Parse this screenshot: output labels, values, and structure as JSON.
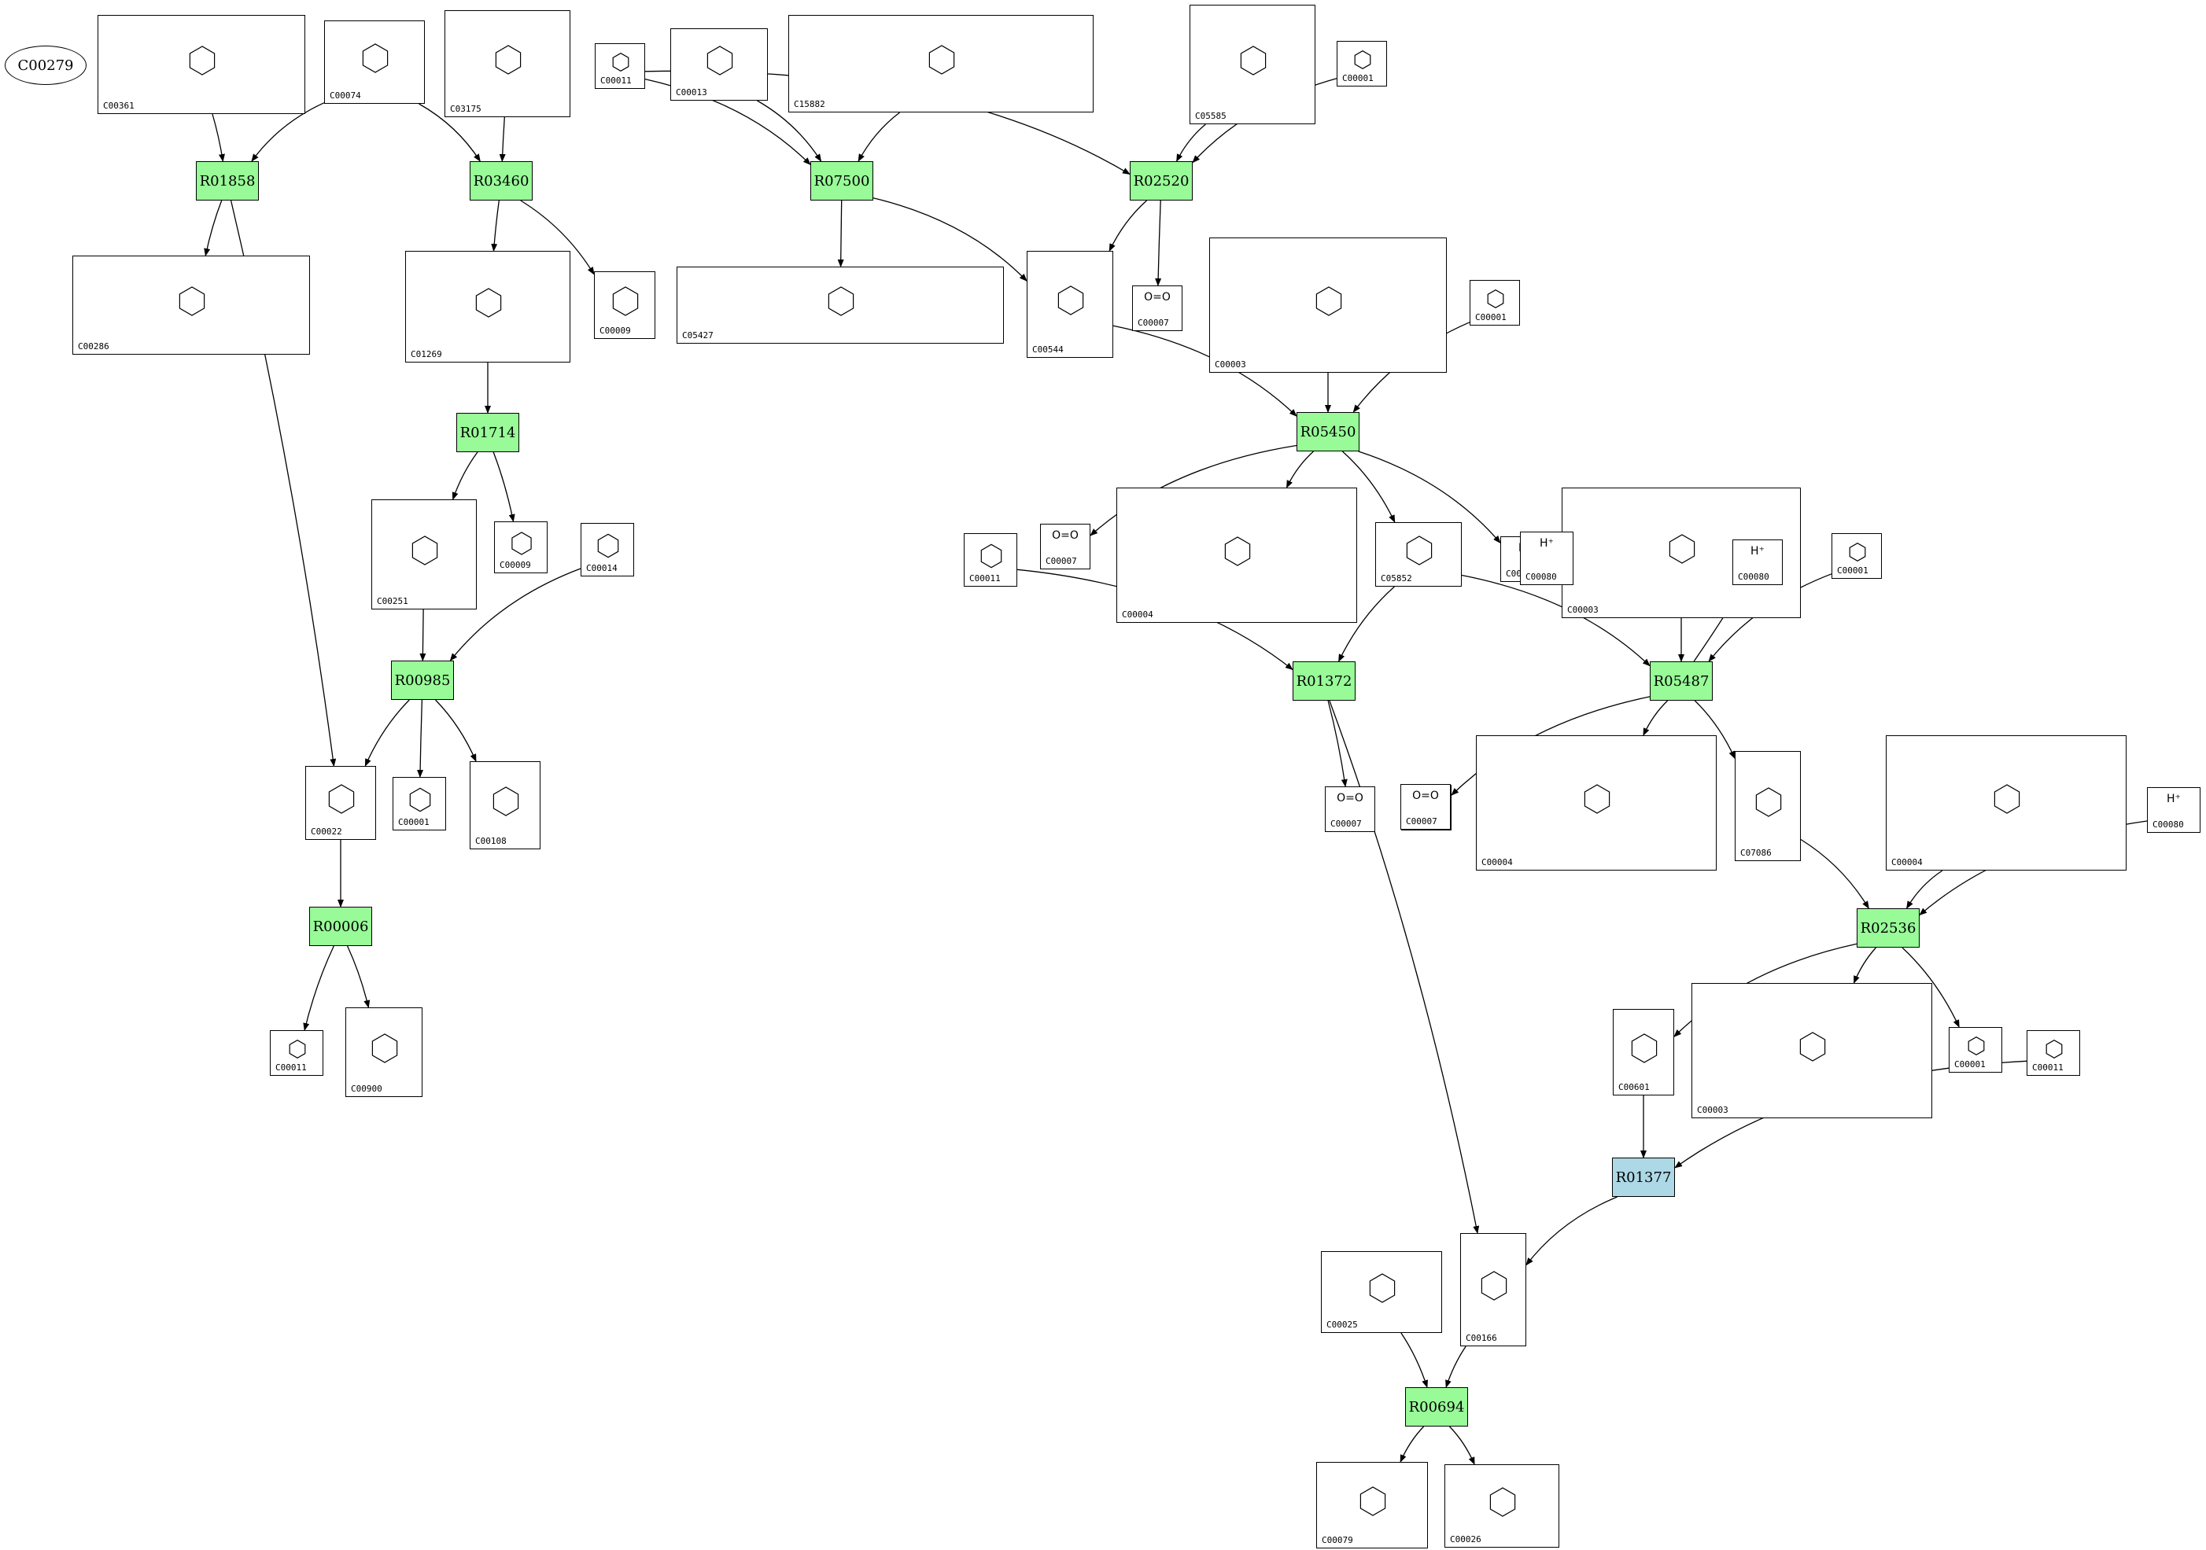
{
  "colors": {
    "reaction": "#98fb98",
    "reaction_alt": "#add8e6",
    "start": "#00ff00",
    "edge": "#000000",
    "box_border": "#000000"
  },
  "start_compound": "C00279",
  "reactions": [
    {
      "id": "R01858"
    },
    {
      "id": "R03460"
    },
    {
      "id": "R07500"
    },
    {
      "id": "R02520"
    },
    {
      "id": "R01714"
    },
    {
      "id": "R05450"
    },
    {
      "id": "R00985"
    },
    {
      "id": "R01372"
    },
    {
      "id": "R05487"
    },
    {
      "id": "R00006"
    },
    {
      "id": "R02536"
    },
    {
      "id": "R01377"
    },
    {
      "id": "R00694"
    }
  ],
  "compounds": [
    {
      "id": "C00361",
      "text": ""
    },
    {
      "id": "C00074",
      "text": ""
    },
    {
      "id": "C03175",
      "text": ""
    },
    {
      "id": "C00011",
      "text": ""
    },
    {
      "id": "C00013",
      "text": ""
    },
    {
      "id": "C15882",
      "text": ""
    },
    {
      "id": "C05585",
      "text": ""
    },
    {
      "id": "C00001",
      "text": ""
    },
    {
      "id": "C00286",
      "text": ""
    },
    {
      "id": "C01269",
      "text": ""
    },
    {
      "id": "C00009",
      "text": ""
    },
    {
      "id": "C05427",
      "text": ""
    },
    {
      "id": "C00544",
      "text": ""
    },
    {
      "id": "C00007",
      "text": "O=O"
    },
    {
      "id": "C00003",
      "text": ""
    },
    {
      "id": "C00251",
      "text": ""
    },
    {
      "id": "C00014",
      "text": ""
    },
    {
      "id": "C00004",
      "text": ""
    },
    {
      "id": "C05852",
      "text": ""
    },
    {
      "id": "C00080",
      "text": "H⁺"
    },
    {
      "id": "C00022",
      "text": ""
    },
    {
      "id": "C00108",
      "text": ""
    },
    {
      "id": "C07086",
      "text": ""
    },
    {
      "id": "C00900",
      "text": ""
    },
    {
      "id": "C00601",
      "text": ""
    },
    {
      "id": "C00025",
      "text": ""
    },
    {
      "id": "C00166",
      "text": ""
    },
    {
      "id": "C00079",
      "text": ""
    },
    {
      "id": "C00026",
      "text": ""
    }
  ]
}
